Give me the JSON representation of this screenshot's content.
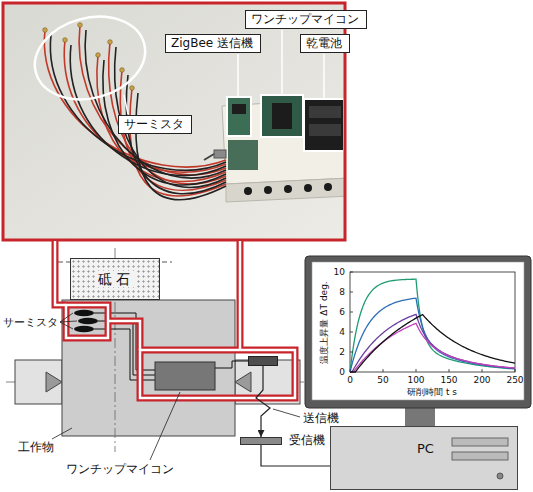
{
  "diagram": {
    "nodes": [
      {
        "text": [
          "ワンチップマイコン"
        ]
      },
      {
        "text": [
          "ZigBee 送信機"
        ]
      },
      {
        "text": [
          "乾電池"
        ]
      },
      {
        "text": [
          "サーミスタ"
        ]
      },
      {
        "text": [
          "砥石"
        ]
      },
      {
        "text": [
          "送信機"
        ]
      },
      {
        "text": [
          "受信機"
        ]
      },
      {
        "text": [
          "PC"
        ]
      }
    ],
    "edges": [
      {
        "from": 5,
        "to": 6,
        "arrow": "to"
      },
      {
        "from": 6,
        "to": 7,
        "arrow": "none"
      }
    ],
    "labels": [
      "サーミスタ",
      "工作物",
      "ワンチップマイコン",
      "10",
      "8",
      "6",
      "4",
      "2",
      "0",
      "温度上昇量 ΔT deg.",
      "0",
      "50",
      "100",
      "150",
      "200",
      "250",
      "研削時間 t s"
    ]
  }
}
